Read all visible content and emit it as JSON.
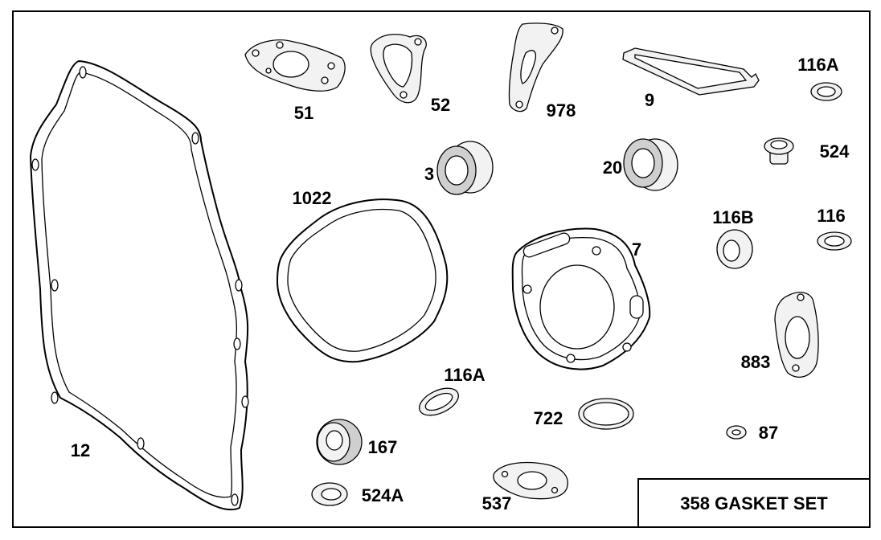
{
  "title_block": {
    "text": "358 GASKET SET"
  },
  "parts": {
    "p12": "12",
    "p51": "51",
    "p52": "52",
    "p978": "978",
    "p9": "9",
    "p116A_top": "116A",
    "p3": "3",
    "p20": "20",
    "p524": "524",
    "p1022": "1022",
    "p116B": "116B",
    "p116": "116",
    "p7": "7",
    "p883": "883",
    "p116A_mid": "116A",
    "p722": "722",
    "p87": "87",
    "p167": "167",
    "p524A": "524A",
    "p537": "537"
  }
}
